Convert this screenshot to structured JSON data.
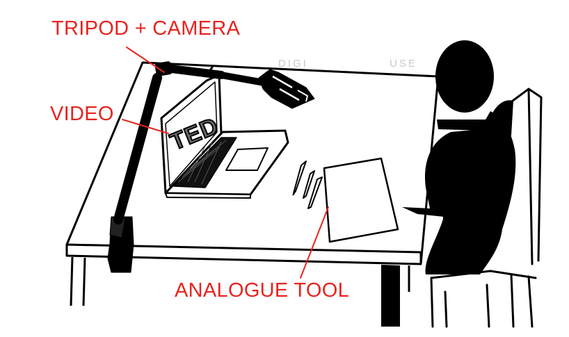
{
  "labels": {
    "tripod_camera": "TRIPOD + CAMERA",
    "video": "VIDEO",
    "analogue_tool": "ANALOGUE TOOL"
  },
  "screen_text": "TED",
  "bleed_text": {
    "left": "DIGI",
    "right": "USE"
  },
  "colors": {
    "label": "#e8231f",
    "ink": "#000000",
    "background": "#ffffff"
  }
}
